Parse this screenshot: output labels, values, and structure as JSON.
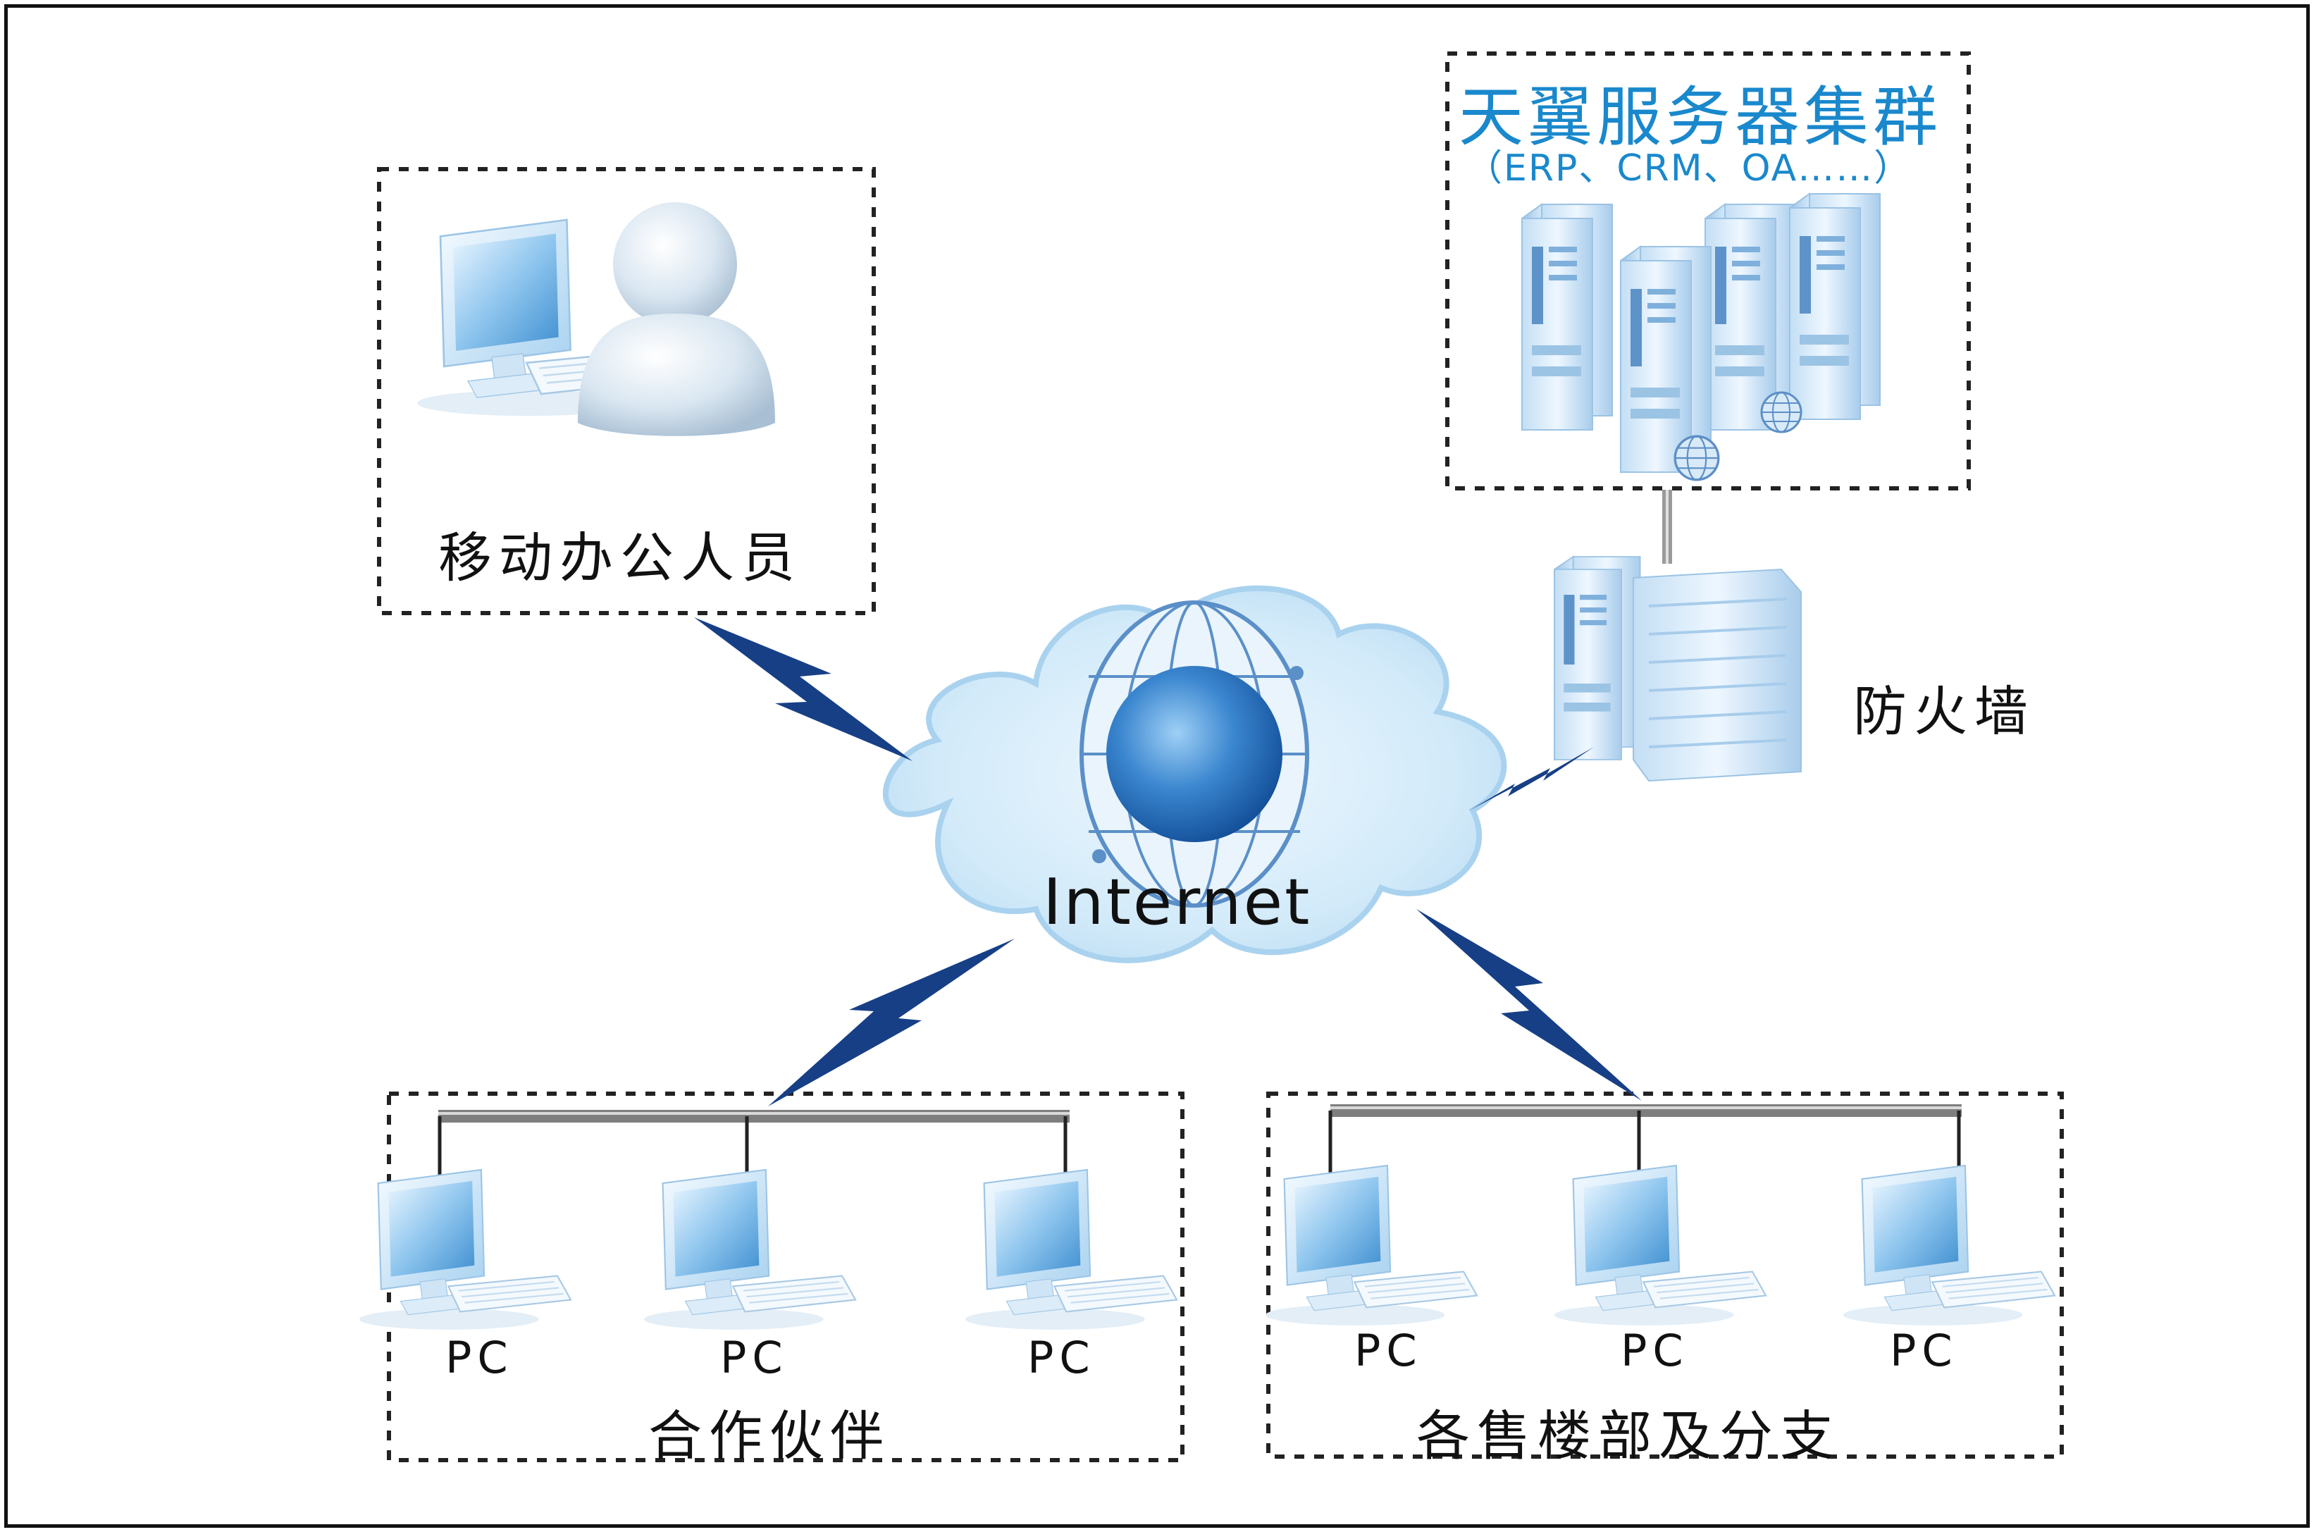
{
  "labels": {
    "mobile_office": "移动办公人员",
    "server_cluster_title": "天翼服务器集群",
    "server_cluster_sub": "（ERP、CRM、OA……）",
    "firewall": "防火墙",
    "internet": "Internet",
    "partners": "合作伙伴",
    "branches": "各售楼部及分支",
    "pc": "PC"
  },
  "colors": {
    "cluster_title": "#1a88cc",
    "bolt": "#173f86",
    "device_blue": "#8fc6ee",
    "cloud": "#cfe8f8",
    "globe": "#2f7bc8"
  },
  "icons": [
    "monitor-icon",
    "user-icon",
    "server-icon",
    "firewall-icon",
    "globe-icon",
    "cloud-icon",
    "lightning-icon"
  ]
}
